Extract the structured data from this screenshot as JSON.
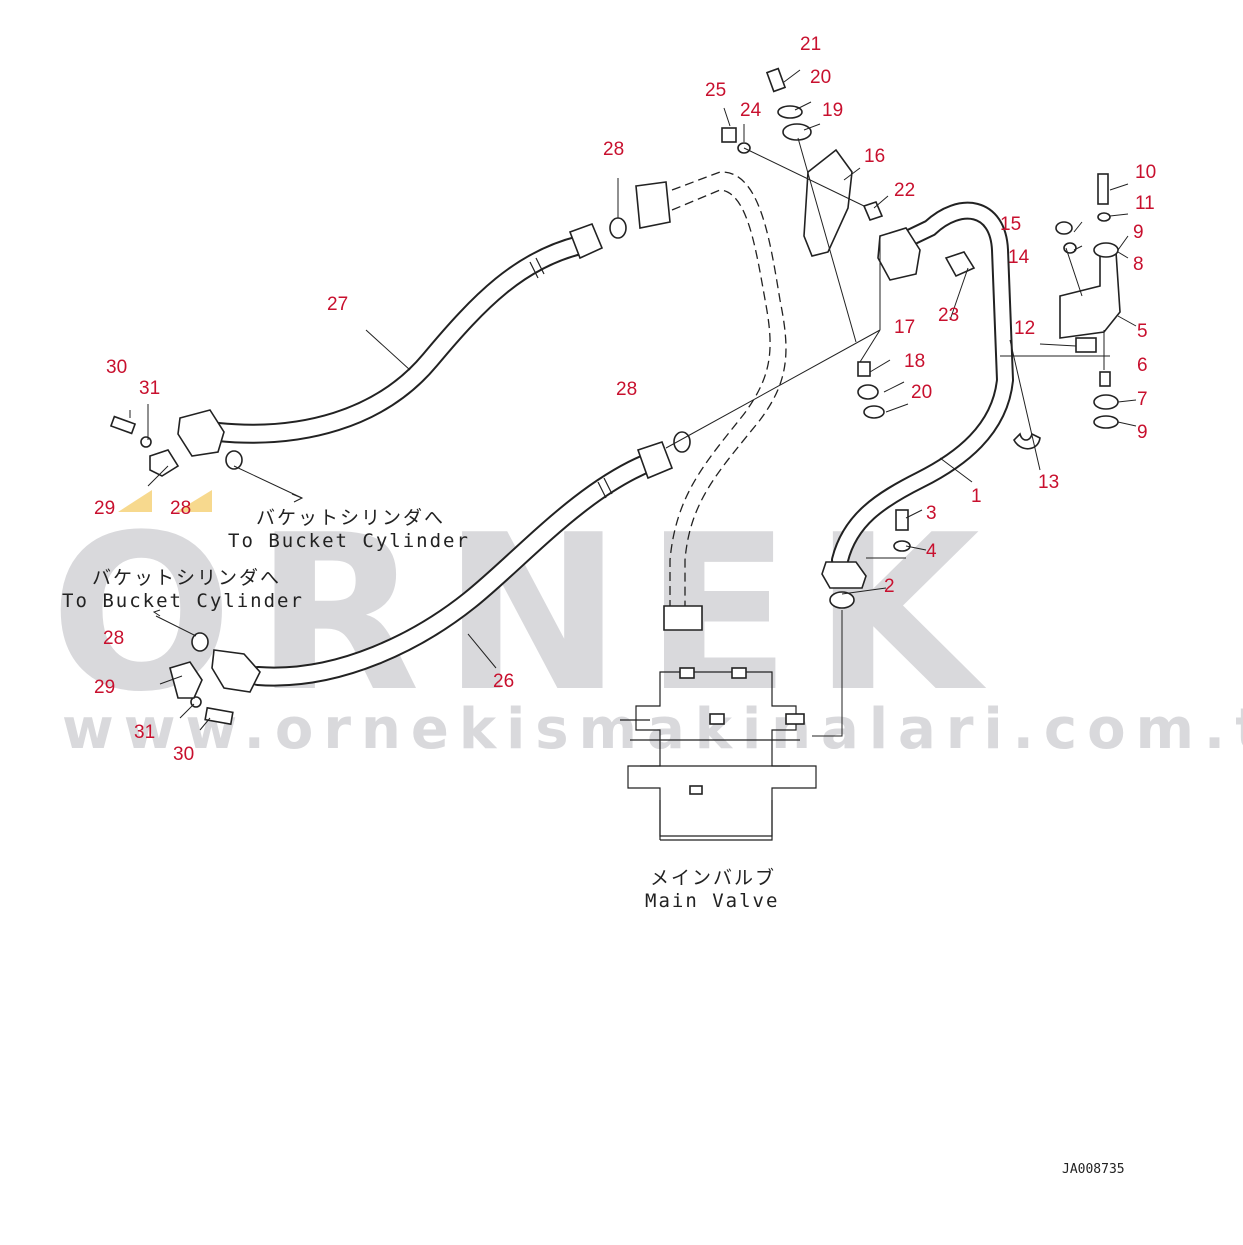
{
  "watermark": {
    "brand": "ORNEK",
    "url": "www.ornekismakinalari.com.tr"
  },
  "labels": {
    "to_bucket_1_jp": "バケットシリンダへ",
    "to_bucket_1_en": "To Bucket Cylinder",
    "to_bucket_2_jp": "バケットシリンダへ",
    "to_bucket_2_en": "To Bucket Cylinder",
    "main_valve_jp": "メインバルブ",
    "main_valve_en": "Main Valve"
  },
  "drawing_code": "JA008735",
  "colors": {
    "callout": "#c8102e",
    "watermark": "#d9d9dc",
    "line": "#222222",
    "highlight": "#f6d27a"
  },
  "callouts": [
    {
      "id": "c21",
      "text": "21"
    },
    {
      "id": "c20a",
      "text": "20"
    },
    {
      "id": "c25",
      "text": "25"
    },
    {
      "id": "c24",
      "text": "24"
    },
    {
      "id": "c19",
      "text": "19"
    },
    {
      "id": "c28a",
      "text": "28"
    },
    {
      "id": "c16",
      "text": "16"
    },
    {
      "id": "c22",
      "text": "22"
    },
    {
      "id": "c10",
      "text": "10"
    },
    {
      "id": "c11",
      "text": "11"
    },
    {
      "id": "c15",
      "text": "15"
    },
    {
      "id": "c9a",
      "text": "9"
    },
    {
      "id": "c14",
      "text": "14"
    },
    {
      "id": "c8",
      "text": "8"
    },
    {
      "id": "c27",
      "text": "27"
    },
    {
      "id": "c23",
      "text": "23"
    },
    {
      "id": "c5",
      "text": "5"
    },
    {
      "id": "c17",
      "text": "17"
    },
    {
      "id": "c12",
      "text": "12"
    },
    {
      "id": "c30a",
      "text": "30"
    },
    {
      "id": "c18",
      "text": "18"
    },
    {
      "id": "c6",
      "text": "6"
    },
    {
      "id": "c31a",
      "text": "31"
    },
    {
      "id": "c28b",
      "text": "28"
    },
    {
      "id": "c20b",
      "text": "20"
    },
    {
      "id": "c7",
      "text": "7"
    },
    {
      "id": "c9b",
      "text": "9"
    },
    {
      "id": "c13",
      "text": "13"
    },
    {
      "id": "c1",
      "text": "1"
    },
    {
      "id": "c29a",
      "text": "29"
    },
    {
      "id": "c28c",
      "text": "28"
    },
    {
      "id": "c3",
      "text": "3"
    },
    {
      "id": "c4",
      "text": "4"
    },
    {
      "id": "c2",
      "text": "2"
    },
    {
      "id": "c28d",
      "text": "28"
    },
    {
      "id": "c29b",
      "text": "29"
    },
    {
      "id": "c26",
      "text": "26"
    },
    {
      "id": "c31b",
      "text": "31"
    },
    {
      "id": "c30b",
      "text": "30"
    }
  ]
}
